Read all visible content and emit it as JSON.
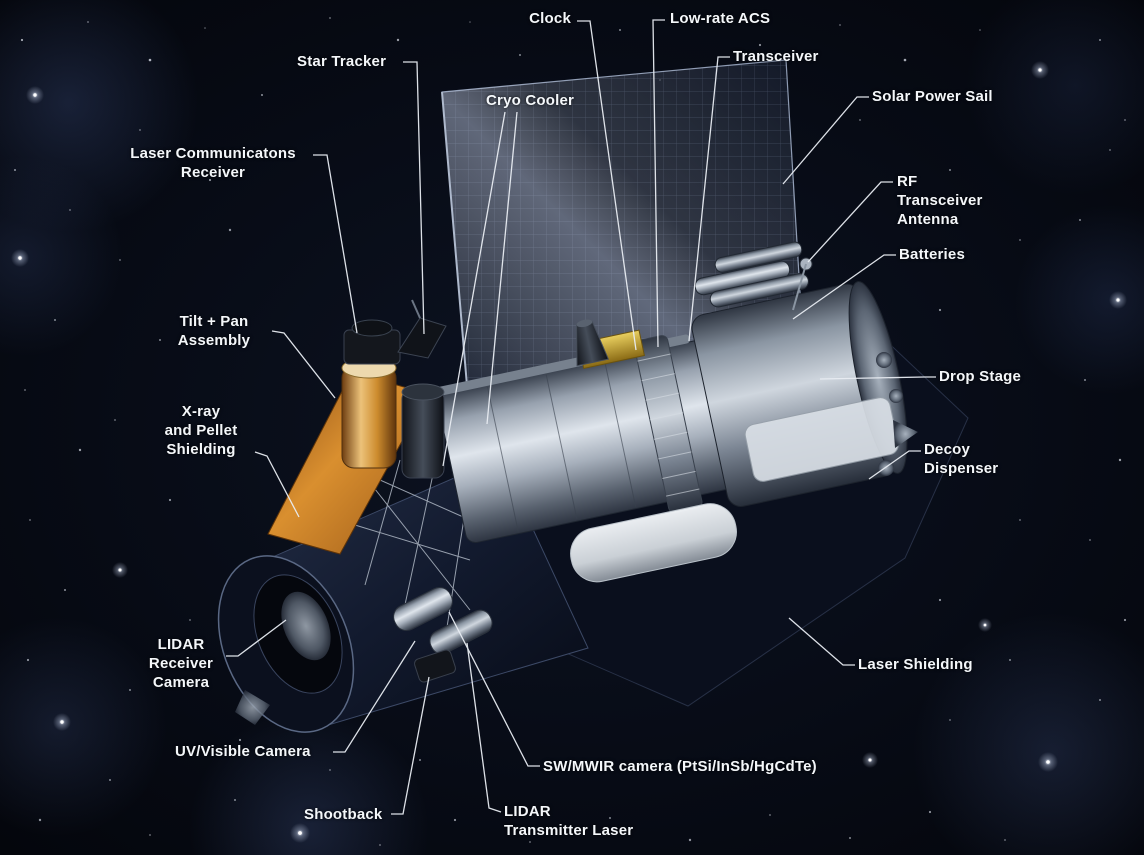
{
  "labels": {
    "clock": "Clock",
    "low_rate_acs": "Low-rate ACS",
    "transceiver": "Transceiver",
    "star_tracker": "Star Tracker",
    "cryo_cooler": "Cryo Cooler",
    "solar_power_sail": "Solar Power Sail",
    "laser_comm_receiver": "Laser Communicatons\nReceiver",
    "rf_transceiver_antenna": "RF\nTransceiver\nAntenna",
    "batteries": "Batteries",
    "tilt_pan_assembly": "Tilt + Pan\nAssembly",
    "drop_stage": "Drop Stage",
    "xray_pellet_shielding": "X-ray\nand Pellet\nShielding",
    "decoy_dispenser": "Decoy\nDispenser",
    "lidar_receiver_camera": "LIDAR\nReceiver\nCamera",
    "laser_shielding": "Laser Shielding",
    "uv_visible_camera": "UV/Visible Camera",
    "sw_mwir_camera": "SW/MWIR camera (PtSi/InSb/HgCdTe)",
    "shootback": "Shootback",
    "lidar_transmitter_laser": "LIDAR\nTransmitter Laser"
  },
  "colors": {
    "background": "#060a14",
    "label_text": "#f4f7fa",
    "leader_line": "#e9edf3",
    "shield_orange": "#c97e2a",
    "foil_gold": "#c9a43b",
    "hull_gray": "#aab3bf"
  }
}
